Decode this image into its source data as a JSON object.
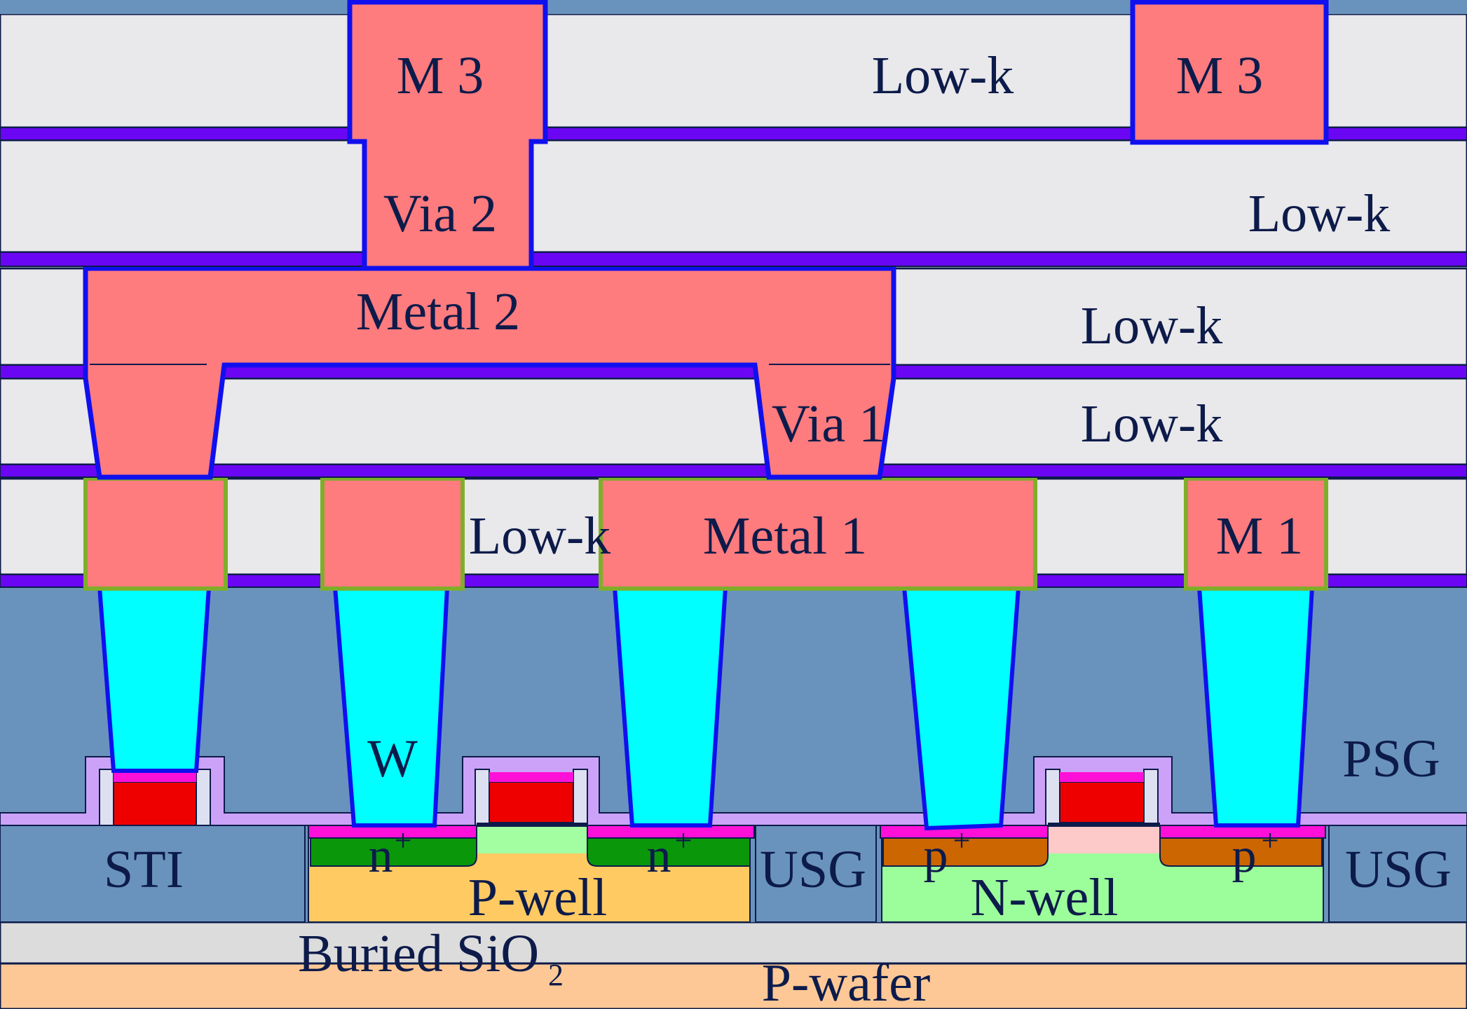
{
  "colors": {
    "lowk": "#e9e8ea",
    "barrier": "#6a06f4",
    "metal": "#fe7b7e",
    "metal_outline": "#1010ee",
    "m1_outline": "#7fae2a",
    "psg": "#6993bc",
    "tungsten": "#00ffff",
    "gate_red": "#ee0000",
    "silicide": "#ff10d8",
    "spacer": "#cba2f8",
    "n_plus": "#0a980a",
    "p_plus": "#cb6600",
    "p_well": "#ffca62",
    "n_well": "#9cfe9a",
    "channel_n": "#a2fea0",
    "channel_p": "#fec9c9",
    "buried_oxide": "#dcdcdc",
    "p_wafer": "#fec896",
    "line": "#0d1b4a"
  },
  "labels": {
    "m3_left": "M 3",
    "m3_right": "M 3",
    "lowk_m3": "Low-k",
    "via2": "Via 2",
    "lowk_via2": "Low-k",
    "metal2": "Metal 2",
    "lowk_m2": "Low-k",
    "via1": "Via 1",
    "lowk_via1": "Low-k",
    "lowk_m1": "Low-k",
    "metal1": "Metal 1",
    "m1": "M 1",
    "psg": "PSG",
    "w": "W",
    "sti": "STI",
    "n_plus_left": "n",
    "n_plus_right": "n",
    "p_plus_left": "p",
    "p_plus_right": "p",
    "plus_sign": "+",
    "usg_mid": "USG",
    "usg_right": "USG",
    "p_well": "P-well",
    "n_well": "N-well",
    "buried_oxide": "Buried SiO",
    "buried_oxide_sub": "2",
    "p_wafer": "P-wafer"
  }
}
